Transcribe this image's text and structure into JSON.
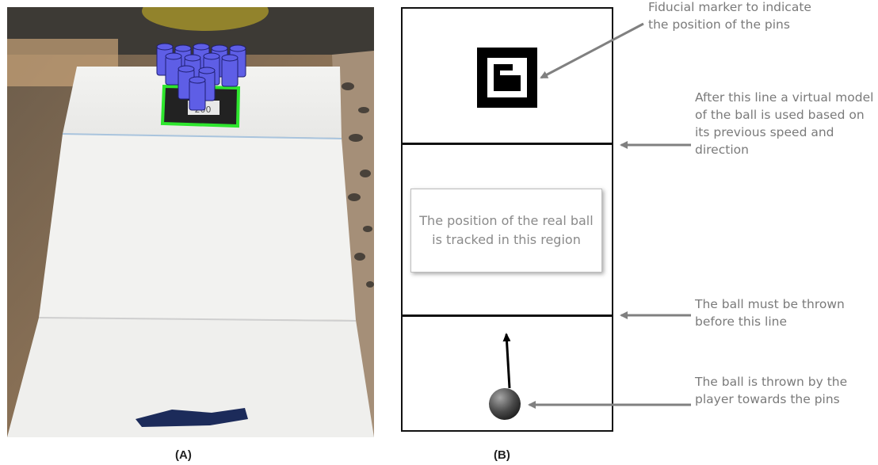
{
  "panel_a": {
    "marker_text": "200",
    "caption": "(A)"
  },
  "panel_b": {
    "tracked_region_text": "The position of the real ball is tracked in this region",
    "caption": "(B)",
    "annotations": {
      "marker": "Fiducial marker to indicate the position of the pins",
      "virtual_line": "After this line a virtual model of the ball is used based on its previous speed and direction",
      "throw_line": "The ball must be thrown before this line",
      "ball": "The ball is thrown by the player towards the pins"
    }
  },
  "colors": {
    "pins": "#5b5be0",
    "marker_outline": "#2ee62e",
    "annotation_text": "#7a7a7a",
    "arrow": "#808080"
  },
  "icons": [
    "fiducial-marker-icon",
    "ball-icon",
    "up-arrow-icon"
  ]
}
